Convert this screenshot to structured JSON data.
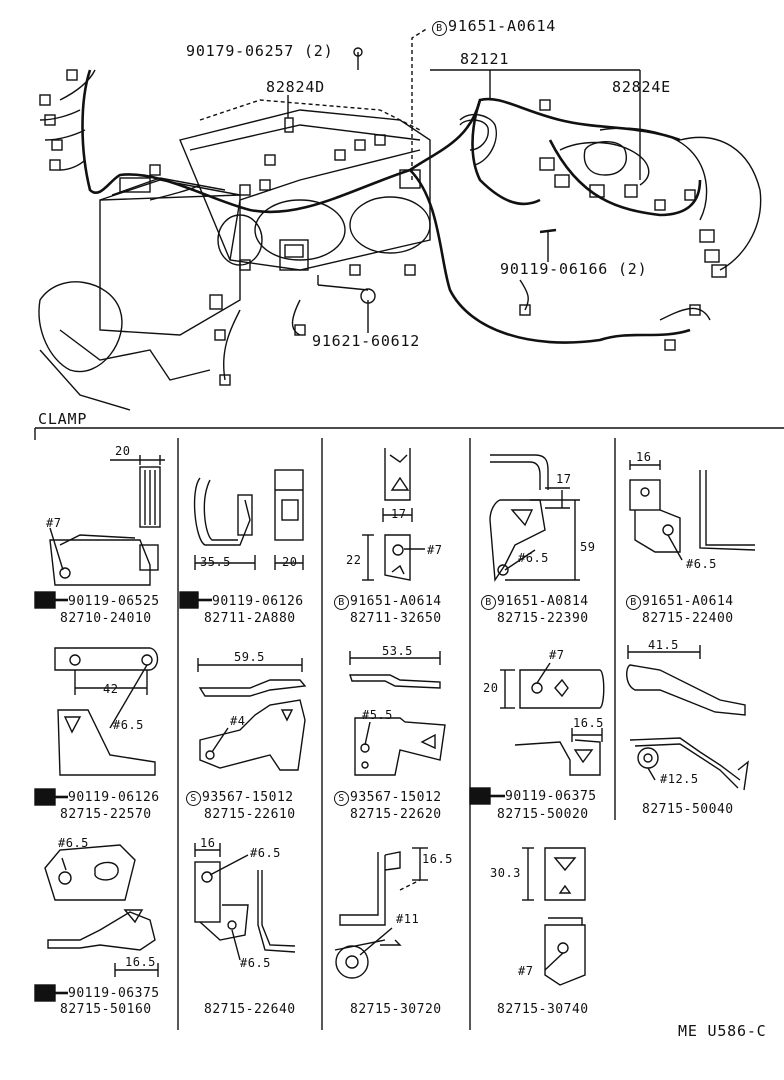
{
  "engine_labels": {
    "clamp_91651": "91651-A0614",
    "nut_90179": "90179-06257 (2)",
    "harness_82121": "82121",
    "clamp_82824d": "82824D",
    "clamp_82824e": "82824E",
    "bolt_90119": "90119-06166 (2)",
    "clamp_91621": "91621-60612",
    "b_marker": "B"
  },
  "section_title": "CLAMP",
  "clamps": [
    {
      "dims": [
        "20",
        "#7"
      ],
      "fastener": "90119-06525",
      "fastener_mark": "",
      "part": "82710-24010"
    },
    {
      "dims": [
        "35.5",
        "20"
      ],
      "fastener": "90119-06126",
      "fastener_mark": "",
      "part": "82711-2A880"
    },
    {
      "dims": [
        "17",
        "22",
        "#7"
      ],
      "fastener": "91651-A0614",
      "fastener_mark": "B",
      "part": "82711-32650"
    },
    {
      "dims": [
        "17",
        "59",
        "#6.5"
      ],
      "fastener": "91651-A0814",
      "fastener_mark": "B",
      "part": "82715-22390"
    },
    {
      "dims": [
        "16",
        "#6.5"
      ],
      "fastener": "91651-A0614",
      "fastener_mark": "B",
      "part": "82715-22400"
    },
    {
      "dims": [
        "42",
        "#6.5"
      ],
      "fastener": "90119-06126",
      "fastener_mark": "",
      "part": "82715-22570"
    },
    {
      "dims": [
        "59.5",
        "#4"
      ],
      "fastener": "93567-15012",
      "fastener_mark": "S",
      "part": "82715-22610"
    },
    {
      "dims": [
        "53.5",
        "#5.5"
      ],
      "fastener": "93567-15012",
      "fastener_mark": "S",
      "part": "82715-22620"
    },
    {
      "dims": [
        "#7",
        "20",
        "16.5"
      ],
      "fastener": "90119-06375",
      "fastener_mark": "",
      "part": "82715-50020"
    },
    {
      "dims": [
        "41.5",
        "#12.5"
      ],
      "fastener": "",
      "fastener_mark": "",
      "part": "82715-50040"
    },
    {
      "dims": [
        "#6.5",
        "16.5"
      ],
      "fastener": "90119-06375",
      "fastener_mark": "",
      "part": "82715-50160"
    },
    {
      "dims": [
        "16",
        "#6.5",
        "#6.5"
      ],
      "fastener": "",
      "fastener_mark": "",
      "part": "82715-22640"
    },
    {
      "dims": [
        "16.5",
        "#11"
      ],
      "fastener": "",
      "fastener_mark": "",
      "part": "82715-30720"
    },
    {
      "dims": [
        "30.3",
        "#7"
      ],
      "fastener": "",
      "fastener_mark": "",
      "part": "82715-30740"
    }
  ],
  "footer_code": "ME  U586-C"
}
